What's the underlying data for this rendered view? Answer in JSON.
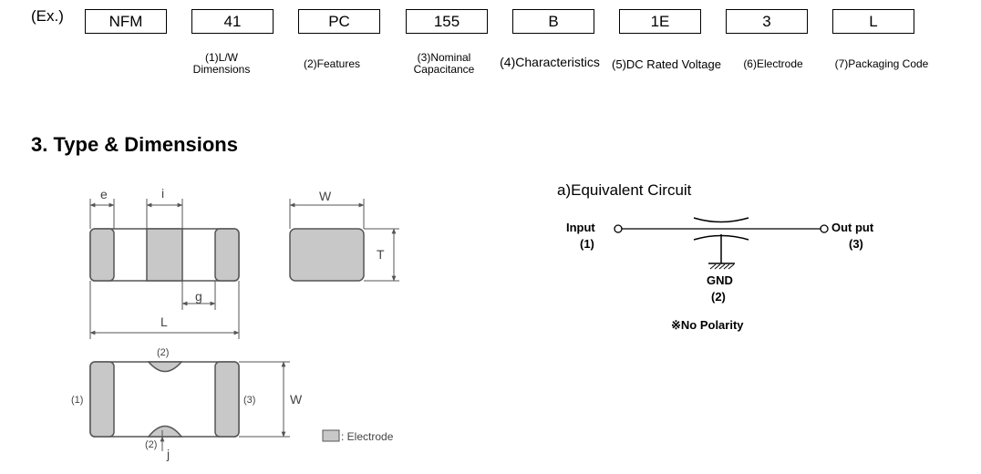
{
  "part_example": {
    "label": "(Ex.)",
    "codes": [
      "NFM",
      "41",
      "PC",
      "155",
      "B",
      "1E",
      "3",
      "L"
    ],
    "captions": [
      {
        "lines": [
          "(1)L/W",
          "Dimensions"
        ]
      },
      {
        "lines": [
          "(2)Features"
        ]
      },
      {
        "lines": [
          "(3)Nominal",
          "Capacitance"
        ]
      },
      {
        "lines": [
          "(4)Characteristics"
        ]
      },
      {
        "lines": [
          "(5)DC Rated Voltage"
        ]
      },
      {
        "lines": [
          "(6)Electrode"
        ]
      },
      {
        "lines": [
          "(7)Packaging Code"
        ]
      }
    ]
  },
  "section": {
    "title": "3. Type & Dimensions"
  },
  "dimensions_drawing": {
    "labels": {
      "e": "e",
      "i": "i",
      "g": "g",
      "L": "L",
      "W_top": "W",
      "T": "T",
      "W_side": "W",
      "pin2_top": "(2)",
      "pin1": "(1)",
      "pin3": "(3)",
      "pin2_bottom": "(2)",
      "j": "j"
    },
    "legend": ": Electrode",
    "electrode_color": "#c8c8c8"
  },
  "circuit": {
    "title": "a)Equivalent Circuit",
    "input": "Input",
    "input_pin": "(1)",
    "output": "Out put",
    "output_pin": "(3)",
    "gnd": "GND",
    "gnd_pin": "(2)",
    "note": "※No Polarity"
  }
}
